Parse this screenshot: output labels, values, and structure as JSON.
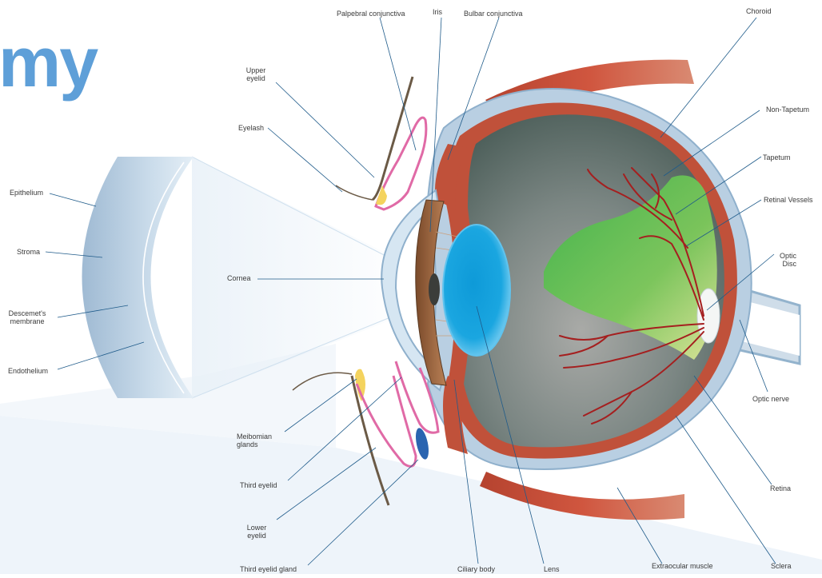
{
  "title_fragment": "my",
  "colors": {
    "title": "#5e9fd8",
    "leader_line": "#1f5b8a",
    "sclera": "#b9cfe2",
    "choroid": "#c0513a",
    "retina_dark": "#4d5f5a",
    "tapetum": "#3fb54a",
    "lens": "#1aa0dc",
    "vessels": "#a51f1f",
    "eyelid_pink": "#e06aa6",
    "background_band": "#eef4fa"
  },
  "labels": {
    "palpebral_conjunctiva": "Palpebral conjunctiva",
    "iris": "Iris",
    "bulbar_conjunctiva": "Bulbar conjunctiva",
    "choroid": "Choroid",
    "upper_eyelid": "Upper\neyelid",
    "eyelash": "Eyelash",
    "non_tapetum": "Non-Tapetum",
    "tapetum": "Tapetum",
    "retinal_vessels": "Retinal Vessels",
    "optic_disc": "Optic\nDisc",
    "epithelium": "Epithelium",
    "stroma": "Stroma",
    "descemets_membrane": "Descemet's\nmembrane",
    "endothelium": "Endothelium",
    "cornea": "Cornea",
    "optic_nerve": "Optic nerve",
    "meibomian_glands": "Meibomian\nglands",
    "third_eyelid": "Third eyelid",
    "lower_eyelid": "Lower\neyelid",
    "third_eyelid_gland": "Third eyelid gland",
    "ciliary_body": "Ciliary body",
    "lens": "Lens",
    "extraocular_muscle": "Extraocular muscle",
    "retina": "Retina",
    "sclera": "Sclera"
  }
}
